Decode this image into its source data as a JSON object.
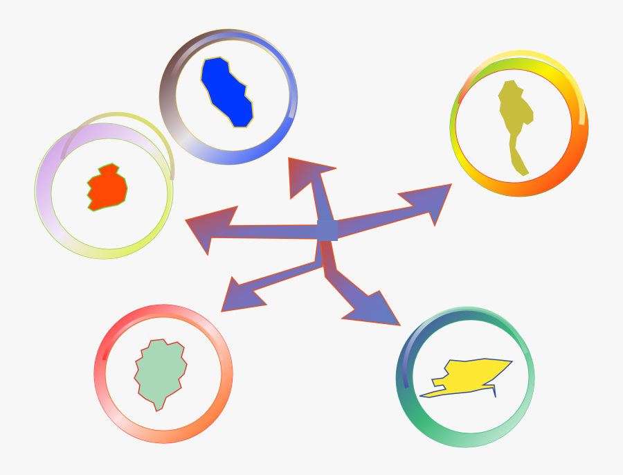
{
  "colors": {
    "background": "#f7f7f8",
    "arrow_fill_start": "#c94a3c",
    "arrow_fill_end": "#5b7fc4",
    "arrow_edge": "#e8541e"
  },
  "badges": [
    {
      "id": "ireland",
      "shape": "ireland-outline",
      "shape_fill": "#ff4a06",
      "shape_stroke": "#6bd23a",
      "ring_colors": [
        "#c48be0",
        "#d9f21c",
        "#c9b4a0"
      ]
    },
    {
      "id": "lake",
      "shape": "blue-island-outline",
      "shape_fill": "#0038ff",
      "shape_stroke": "#e0c24a",
      "ring_colors": [
        "#5a1010",
        "#0031ff",
        "#d9d9d9"
      ]
    },
    {
      "id": "thailand",
      "shape": "thailand-outline",
      "shape_fill": "#c7be3e",
      "shape_stroke": "#c7be3e",
      "ring_colors": [
        "#ff1f1f",
        "#fff200",
        "#5cb85c"
      ]
    },
    {
      "id": "region",
      "shape": "green-region-outline",
      "shape_fill": "#a9d8b8",
      "shape_stroke": "#e23b2d",
      "ring_colors": [
        "#ff1a1a",
        "#ff5a00",
        "#ffd0d0"
      ]
    },
    {
      "id": "alaska",
      "shape": "yellow-peninsula-outline",
      "shape_fill": "#ffe834",
      "shape_stroke": "#2d4aa8",
      "ring_colors": [
        "#4a3fb0",
        "#3cb87a",
        "#d9f2e4"
      ]
    }
  ],
  "arrows": {
    "hub": "five-way-arrow-hub",
    "directions": [
      "left",
      "up",
      "right",
      "lower-left",
      "lower-right"
    ]
  }
}
